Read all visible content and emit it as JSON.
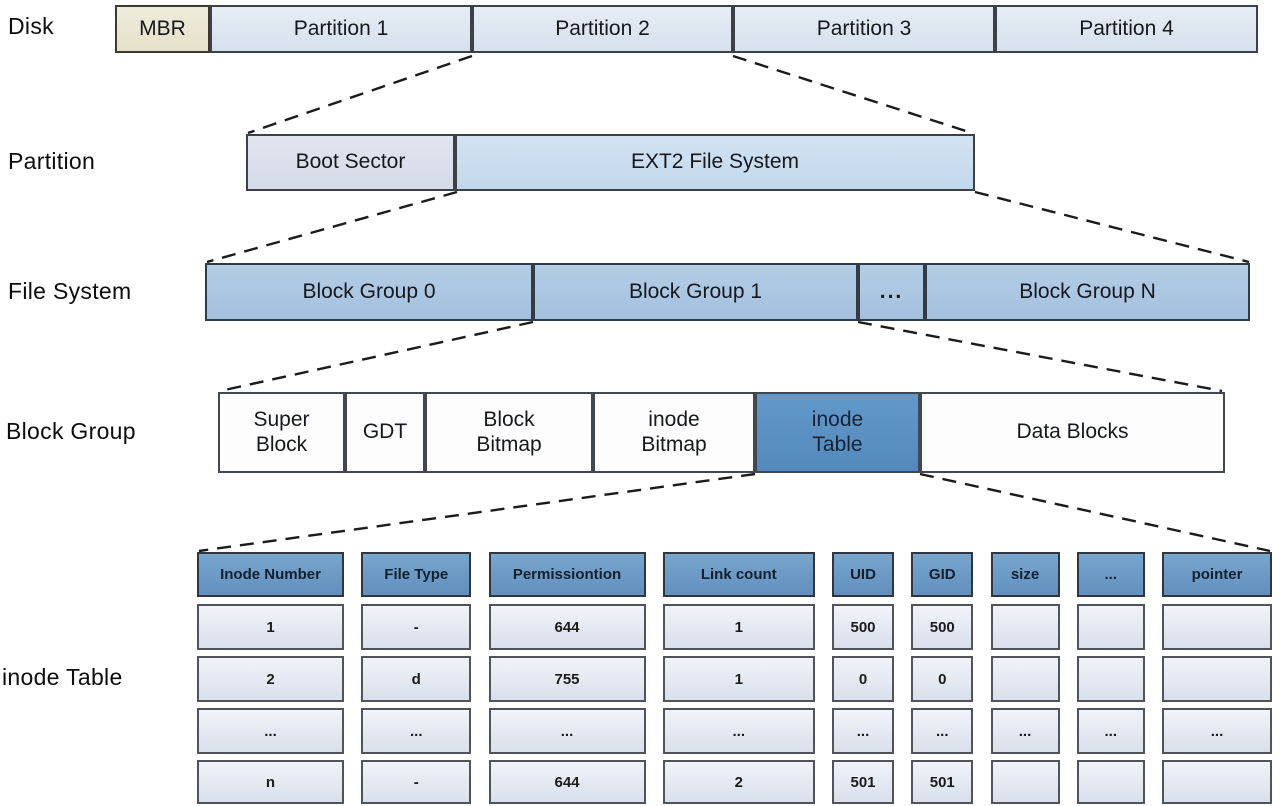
{
  "diagram_title": "Disk / EXT2 file system layout diagram",
  "colors": {
    "mbr_box": "#eae6d3",
    "partition_box": "#dce4ef",
    "boot_sector_box": "#dadfeb",
    "ext2_box": "#c8dcee",
    "block_group_box": "#abc5e0",
    "detail_box": "#fdfdfd",
    "inode_table_highlight": "#5c90c4",
    "table_header": "#6d9dc8",
    "table_cell": "#dfe5ef",
    "line": "#1b1b1b"
  },
  "disk": {
    "label": "Disk",
    "items": [
      {
        "label": "MBR"
      },
      {
        "label": "Partition 1"
      },
      {
        "label": "Partition 2"
      },
      {
        "label": "Partition 3"
      },
      {
        "label": "Partition 4"
      }
    ]
  },
  "partition": {
    "label": "Partition",
    "items": [
      {
        "label": "Boot Sector"
      },
      {
        "label": "EXT2 File System"
      }
    ]
  },
  "file_system": {
    "label": "File System",
    "items": [
      {
        "label": "Block Group 0"
      },
      {
        "label": "Block Group 1"
      },
      {
        "label": "..."
      },
      {
        "label": "Block Group N"
      }
    ]
  },
  "block_group": {
    "label": "Block Group",
    "items": [
      {
        "label": "Super Block"
      },
      {
        "label": "GDT"
      },
      {
        "label": "Block Bitmap"
      },
      {
        "label": "inode Bitmap"
      },
      {
        "label": "inode Table"
      },
      {
        "label": "Data Blocks"
      }
    ]
  },
  "inode_table": {
    "label": "inode Table",
    "headers": [
      "Inode Number",
      "File Type",
      "Permissiontion",
      "Link count",
      "UID",
      "GID",
      "size",
      "...",
      "pointer"
    ],
    "rows": [
      [
        "1",
        "-",
        "644",
        "1",
        "500",
        "500",
        "",
        "",
        ""
      ],
      [
        "2",
        "d",
        "755",
        "1",
        "0",
        "0",
        "",
        "",
        ""
      ],
      [
        "...",
        "...",
        "...",
        "...",
        "...",
        "...",
        "...",
        "...",
        "..."
      ],
      [
        "n",
        "-",
        "644",
        "2",
        "501",
        "501",
        "",
        "",
        ""
      ]
    ]
  }
}
